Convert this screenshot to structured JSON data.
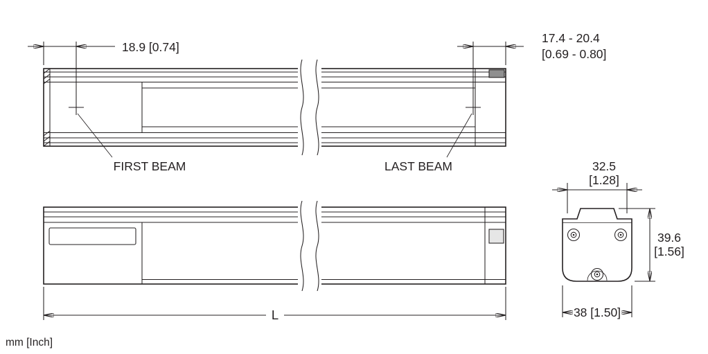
{
  "units_note": "mm [Inch]",
  "top_view": {
    "first_beam_dim": "18.9 [0.74]",
    "last_beam_dim_mm": "17.4 - 20.4",
    "last_beam_dim_inch": "[0.69 - 0.80]",
    "first_beam_label": "FIRST BEAM",
    "last_beam_label": "LAST BEAM"
  },
  "side_view": {
    "length_dim": "L"
  },
  "end_view": {
    "top_width_mm": "32.5",
    "top_width_inch": "[1.28]",
    "height_mm": "39.6",
    "height_inch": "[1.56]",
    "bottom_width_dim": "38 [1.50]"
  },
  "colors": {
    "line": "#231f20",
    "background": "#ffffff"
  }
}
